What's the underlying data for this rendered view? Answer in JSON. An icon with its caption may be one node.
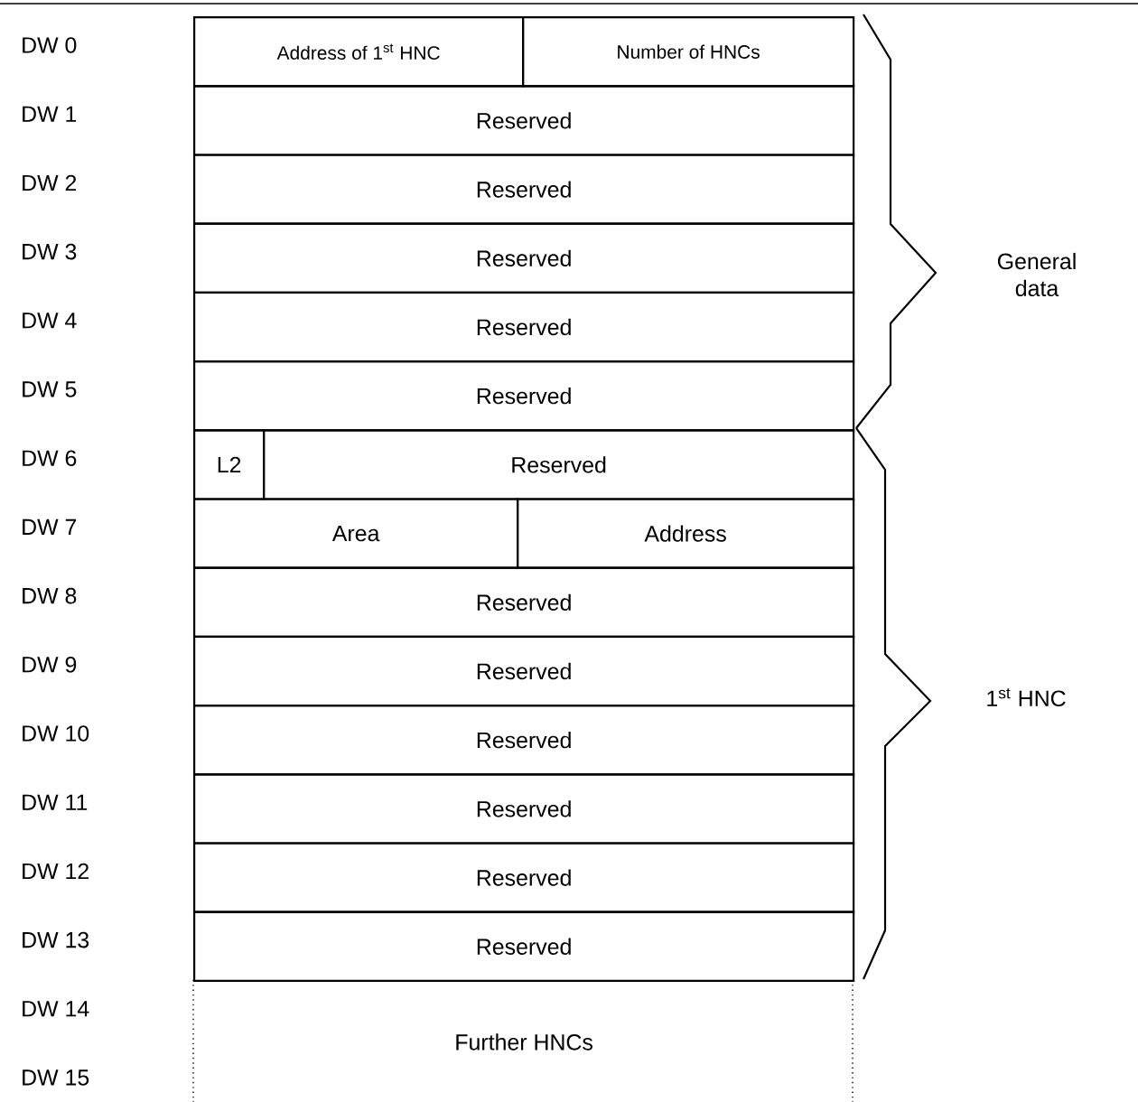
{
  "diagram": {
    "nodes": [
      {
        "text": [
          "Address of 1$^{st}$ HNC"
        ]
      },
      {
        "text": [
          "Number of HNCs"
        ]
      },
      {
        "text": [
          "Reserved"
        ]
      },
      {
        "text": [
          "Reserved"
        ]
      },
      {
        "text": [
          "Reserved"
        ]
      },
      {
        "text": [
          "Reserved"
        ]
      },
      {
        "text": [
          "Reserved"
        ]
      },
      {
        "text": [
          "L2"
        ]
      },
      {
        "text": [
          "Reserved"
        ]
      },
      {
        "text": [
          "Area"
        ]
      },
      {
        "text": [
          "Address"
        ]
      },
      {
        "text": [
          "Reserved"
        ]
      },
      {
        "text": [
          "Reserved"
        ]
      },
      {
        "text": [
          "Reserved"
        ]
      },
      {
        "text": [
          "Reserved"
        ]
      },
      {
        "text": [
          "Reserved"
        ]
      },
      {
        "text": [
          "Reserved"
        ]
      },
      {
        "text": [
          "Further HNCs"
        ]
      }
    ],
    "labels": [
      "DW 0",
      "DW 1",
      "DW 2",
      "DW 3",
      "DW 4",
      "DW 5",
      "DW 6",
      "DW 7",
      "DW 8",
      "DW 9",
      "DW 10",
      "DW 11",
      "DW 12",
      "DW 13",
      "DW 14",
      "DW 15",
      "General data",
      "1$^{st}$ HNC"
    ]
  }
}
